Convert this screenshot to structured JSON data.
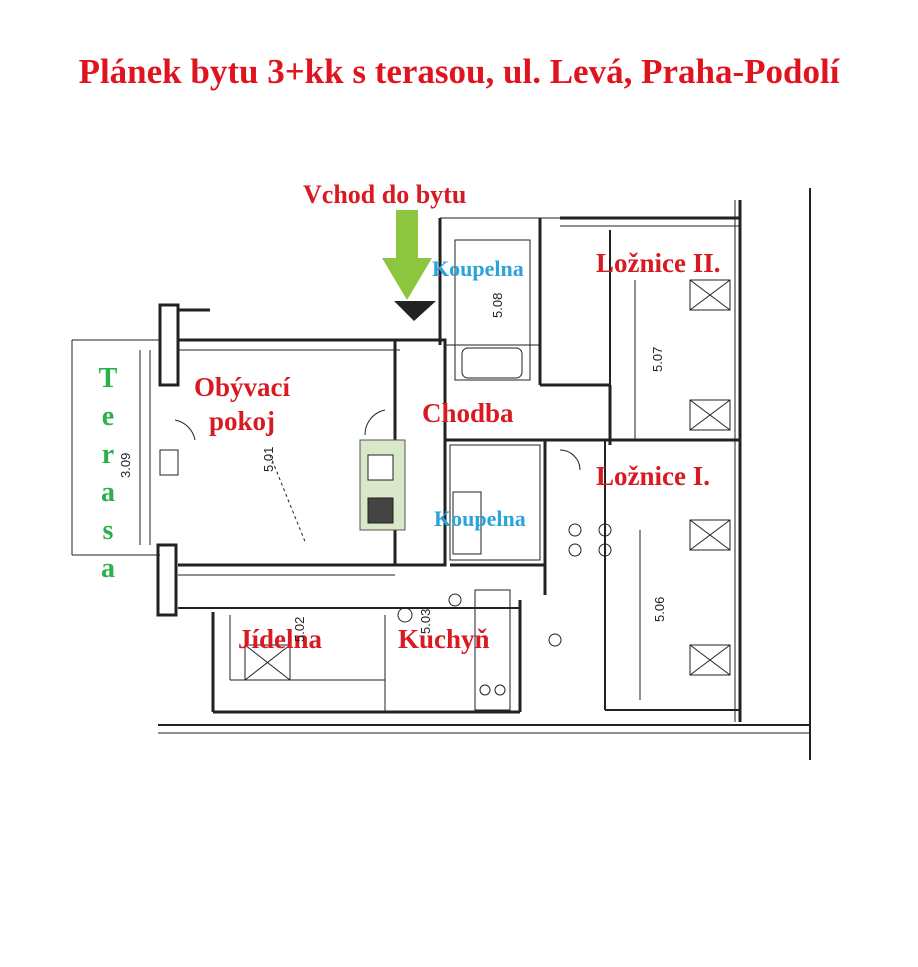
{
  "title": "Plánek bytu 3+kk s terasou, ul. Levá, Praha-Podolí",
  "labels": {
    "entry": "Vchod do bytu",
    "living_room_line1": "Obývací",
    "living_room_line2": "pokoj",
    "hallway": "Chodba",
    "bathroom_top": "Koupelna",
    "bathroom_mid": "Koupelna",
    "bedroom_2": "Ložnice II.",
    "bedroom_1": "Ložnice I.",
    "dining": "Jídelna",
    "kitchen": "Kuchyň",
    "terrace_letters": [
      "T",
      "e",
      "r",
      "a",
      "s",
      "a"
    ]
  },
  "dimensions": {
    "terrace": "3.09",
    "living_room": "5.01",
    "bathroom_top": "5.08",
    "bedroom_2": "5.07",
    "bedroom_1": "5.06",
    "dining": "5.02",
    "kitchen": "5.03"
  },
  "colors": {
    "title": "#e0141e",
    "room_label": "#d81a22",
    "bathroom_label": "#2aa3d8",
    "terrace_label": "#2bb14a",
    "entry_arrow": "#8cc63f"
  }
}
